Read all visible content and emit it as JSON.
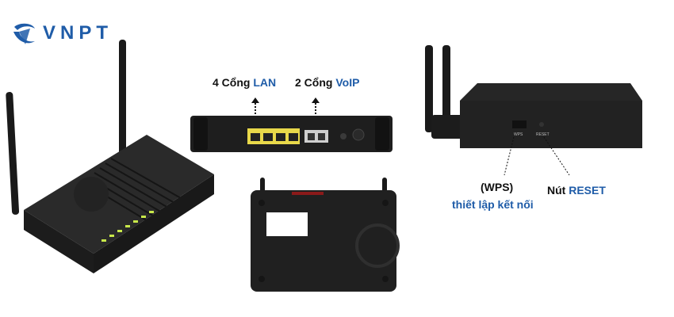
{
  "brand": {
    "logo_text": "VNPT",
    "logo_color": "#1f5ca8",
    "logo_icon": "vnpt-swirl-icon"
  },
  "labels": {
    "lan_prefix": "4 Cổng ",
    "lan_accent": "LAN",
    "voip_prefix": "2 Cổng ",
    "voip_accent": "VoIP",
    "wps": "(WPS)",
    "wps_desc": "thiết lập kết nối",
    "reset_prefix": "Nút ",
    "reset_accent": "RESET"
  },
  "device_markings": {
    "wps_port": "WPS",
    "reset_port": "RESET"
  },
  "colors": {
    "accent_blue": "#1f5ca8",
    "text_dark": "#111111",
    "device_body": "#1d1d1d",
    "lan_port": "#e8d84a",
    "led_green": "#c8e84a"
  }
}
